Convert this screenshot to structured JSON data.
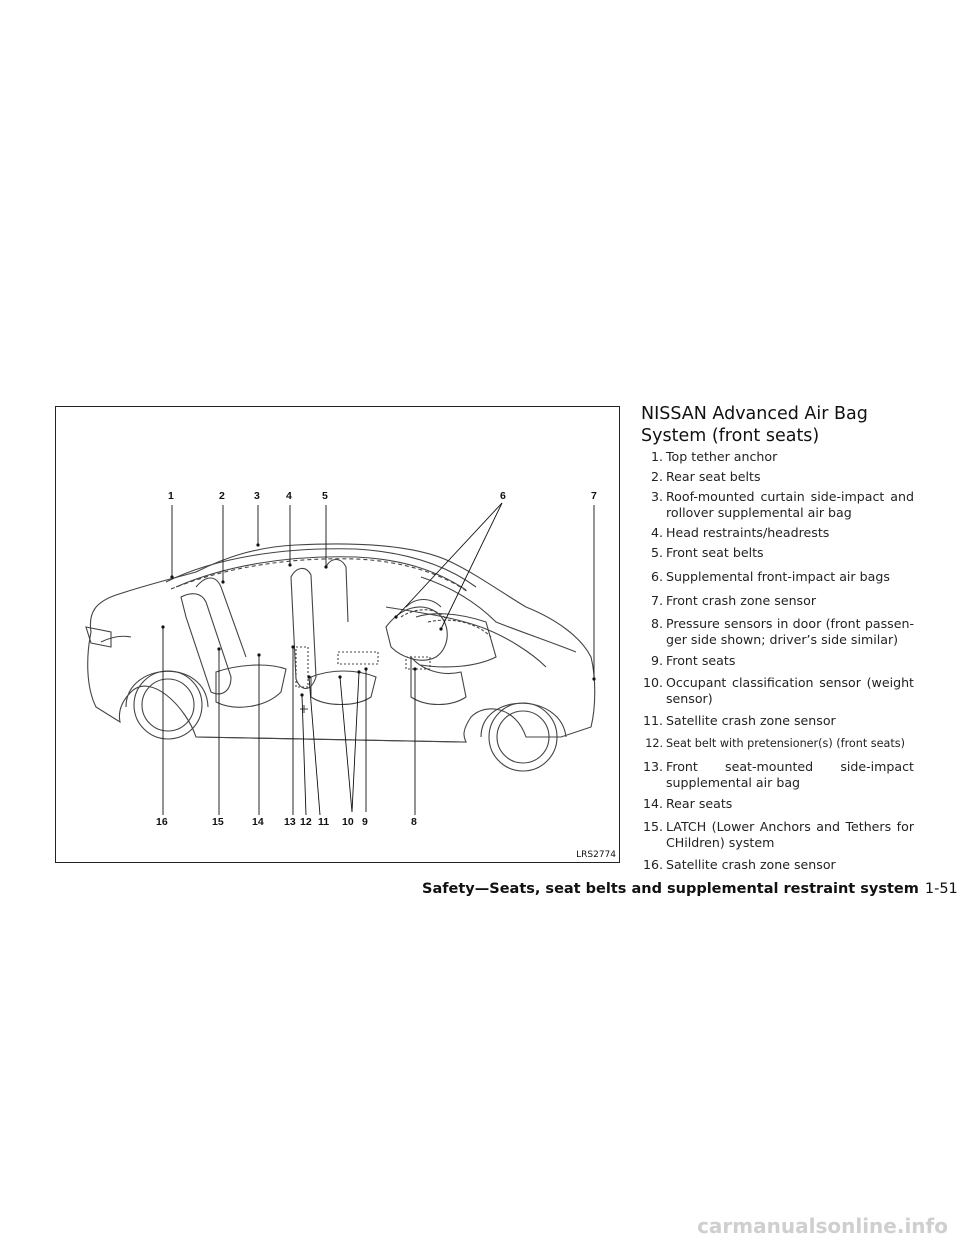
{
  "figure": {
    "code": "LRS2774",
    "callouts": [
      "1",
      "2",
      "3",
      "4",
      "5",
      "6",
      "7",
      "8",
      "9",
      "10",
      "11",
      "12",
      "13",
      "14",
      "15",
      "16"
    ]
  },
  "section": {
    "title": "NISSAN Advanced Air Bag System (front seats)"
  },
  "items": [
    {
      "num": "1.",
      "text": "Top tether anchor"
    },
    {
      "num": "2.",
      "text": "Rear seat belts"
    },
    {
      "num": "3.",
      "text": "Roof-mounted curtain side-impact and rollover supplemental air bag"
    },
    {
      "num": "4.",
      "text": "Head restraints/headrests"
    },
    {
      "num": "5.",
      "text": "Front seat belts"
    },
    {
      "num": "6.",
      "text": "Supplemental front-impact air bags"
    },
    {
      "num": "7.",
      "text": "Front crash zone sensor"
    },
    {
      "num": "8.",
      "text": "Pressure sensors in door (front passen-ger side shown; driver’s side similar)"
    },
    {
      "num": "9.",
      "text": "Front seats"
    },
    {
      "num": "10.",
      "text": "Occupant classification sensor (weight sensor)"
    },
    {
      "num": "11.",
      "text": "Satellite crash zone sensor"
    },
    {
      "num": "12.",
      "text": "Seat belt with pretensioner(s) (front seats)"
    },
    {
      "num": "13.",
      "text": "Front seat-mounted side-impact supplemental air bag"
    },
    {
      "num": "14.",
      "text": "Rear seats"
    },
    {
      "num": "15.",
      "text": "LATCH (Lower Anchors and Tethers for CHildren) system"
    },
    {
      "num": "16.",
      "text": "Satellite crash zone sensor"
    }
  ],
  "footer": {
    "section": "Safety—Seats, seat belts and supplemental restraint system",
    "page": "1-51"
  },
  "watermark": "carmanualsonline.info"
}
